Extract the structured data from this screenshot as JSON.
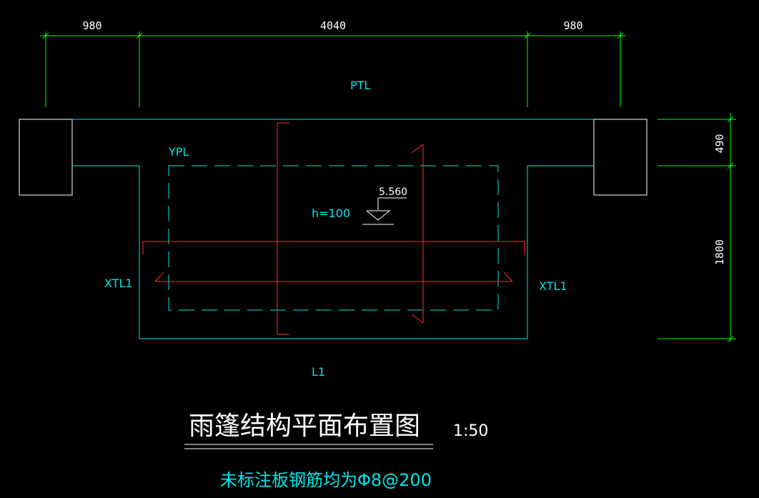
{
  "dimensions": {
    "top_left": "980",
    "top_middle": "4040",
    "top_right": "980",
    "right_upper": "490",
    "right_lower": "1800"
  },
  "labels": {
    "ptl": "PTL",
    "ypl": "YPL",
    "thickness": "h=100",
    "elevation": "5.560",
    "xtl_left": "XTL1",
    "xtl_right": "XTL1",
    "l1": "L1"
  },
  "title": {
    "text": "雨篷结构平面布置图",
    "scale": "1:50",
    "note": "未标注板钢筋均为Φ8@200"
  },
  "colors": {
    "background": "#000000",
    "dimension": "#00ff00",
    "outline": "#00e5e5",
    "section": "#ff3030",
    "column": "#ffffff"
  }
}
